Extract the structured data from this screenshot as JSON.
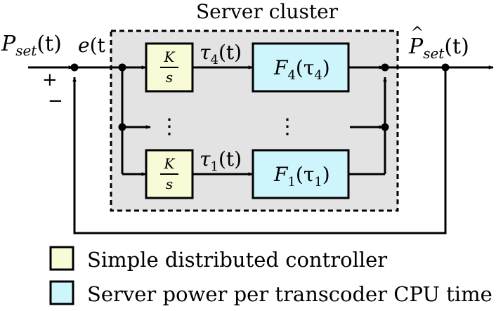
{
  "cluster": {
    "title": "Server cluster"
  },
  "signals": {
    "input_main": "P",
    "input_sub": "set",
    "input_arg": "(t)",
    "error_main": "e",
    "error_arg": "(t",
    "output_main": "P",
    "output_hat": "^",
    "output_sub": "set",
    "output_arg": "(t)",
    "plus": "+",
    "minus": "−"
  },
  "channels": {
    "top": {
      "ctrl_num": "K",
      "ctrl_den": "s",
      "tau_main": "τ",
      "tau_sub": "4",
      "tau_arg": "(t)",
      "power_main": "F",
      "power_sub": "4",
      "power_arg_open": "(τ",
      "power_arg_sub": "4",
      "power_arg_close": ")"
    },
    "bottom": {
      "ctrl_num": "K",
      "ctrl_den": "s",
      "tau_main": "τ",
      "tau_sub": "1",
      "tau_arg": "(t)",
      "power_main": "F",
      "power_sub": "1",
      "power_arg_open": "(τ",
      "power_arg_sub": "1",
      "power_arg_close": ")"
    }
  },
  "ellipsis": {
    "left": "⋮",
    "right": "⋮"
  },
  "legend": {
    "controller_label": "Simple distributed controller",
    "server_label": "Server power per transcoder CPU time"
  },
  "colors": {
    "controller_fill": "#f8fbd6",
    "server_fill": "#cdf5fb",
    "cluster_fill": "#e3e3e3",
    "line": "#000000"
  }
}
